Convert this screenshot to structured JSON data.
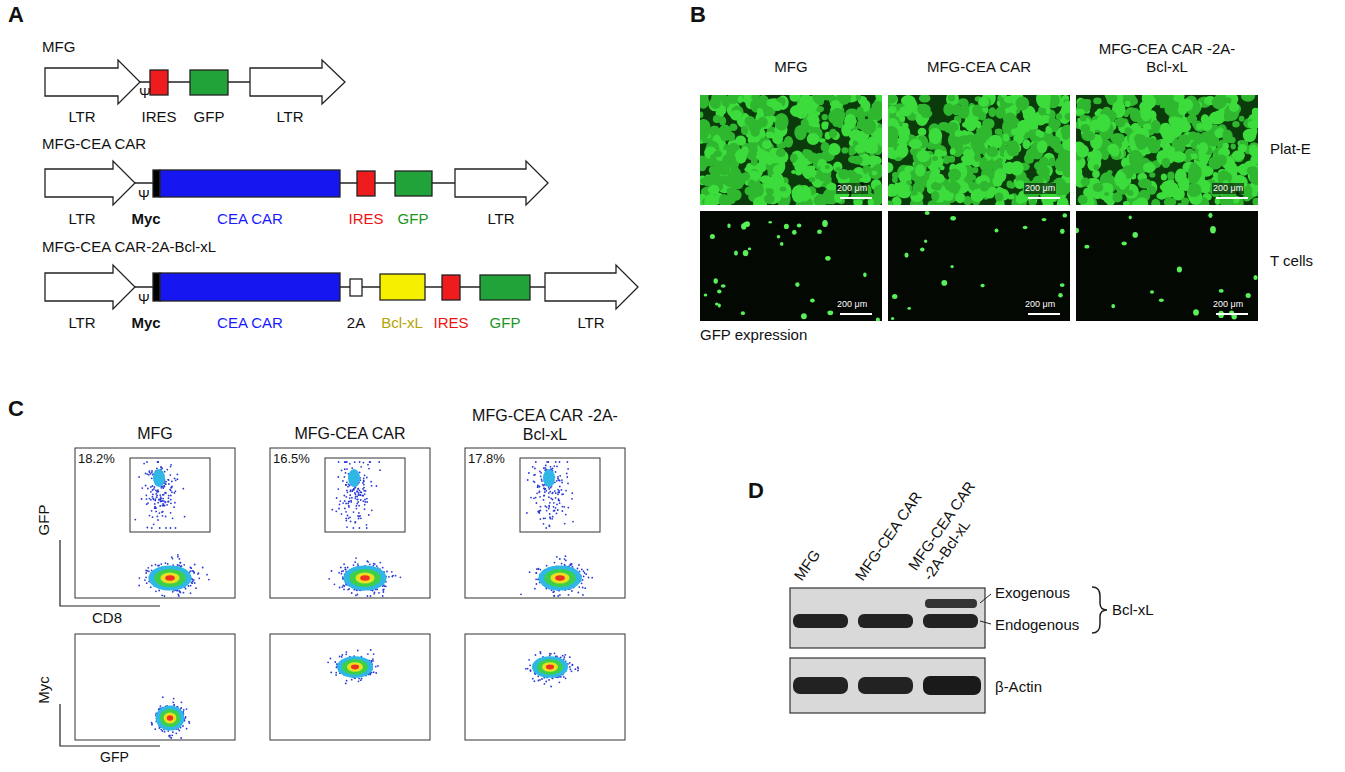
{
  "diagram": {
    "labels": [
      "A",
      "MFG",
      "LTR",
      "Ψ",
      "IRES",
      "GFP",
      "LTR",
      "MFG-CEA CAR",
      "Ψ",
      "LTR",
      "Myc",
      "CEA CAR",
      "IRES",
      "GFP",
      "LTR",
      "MFG-CEA CAR-2A-Bcl-xL",
      "Ψ",
      "LTR",
      "Myc",
      "CEA CAR",
      "2A",
      "Bcl-xL",
      "IRES",
      "GFP",
      "LTR",
      "B",
      "MFG",
      "MFG-CEA CAR",
      "MFG-CEA CAR -2A-Bcl-xL",
      "Plat-E",
      "T cells",
      "GFP expression",
      "200 μm",
      "200 μm",
      "200 μm",
      "200 μm",
      "200 μm",
      "200 μm",
      "C",
      "MFG",
      "MFG-CEA CAR",
      "MFG-CEA CAR -2A-Bcl-xL",
      "18.2%",
      "16.5%",
      "17.8%",
      "GFP",
      "CD8",
      "Myc",
      "GFP",
      "D",
      "MFG",
      "MFG-CEA CAR",
      "MFG-CEA CAR -2A-Bcl-xL",
      "Exogenous",
      "Endogenous",
      "Bcl-xL",
      "β-Actin"
    ]
  }
}
